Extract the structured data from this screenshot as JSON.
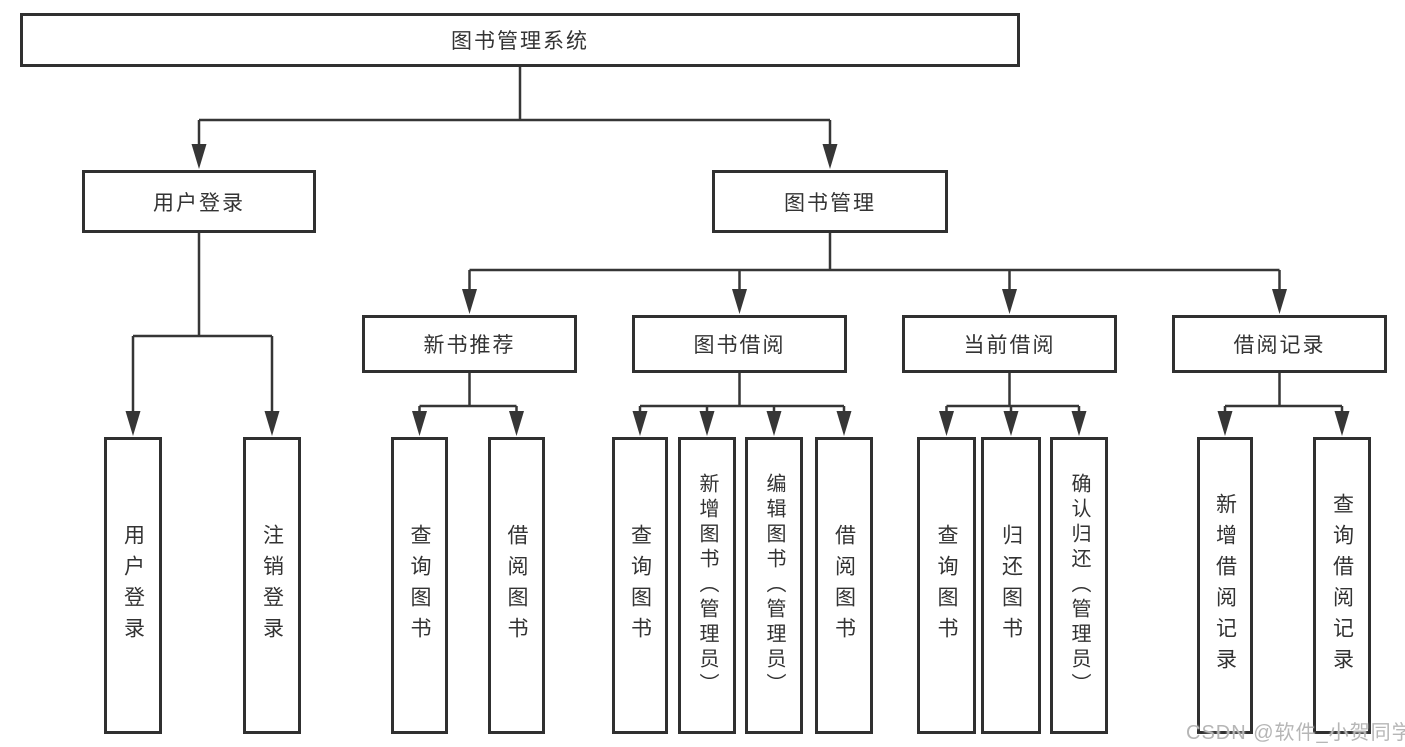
{
  "watermark": "CSDN @软件_小贺同学",
  "colors": {
    "line": "#363636",
    "box_border": "#303030",
    "text": "#333333",
    "watermark": "#b6b6b6",
    "background": "#ffffff"
  },
  "nodes": {
    "root": "图书管理系统",
    "login": "用户登录",
    "mgmt": "图书管理",
    "recommend": "新书推荐",
    "borrow": "图书借阅",
    "current": "当前借阅",
    "records": "借阅记录",
    "login_leaf": "用户登录",
    "logout_leaf": "注销登录",
    "rec_query": "查询图书",
    "rec_borrow": "借阅图书",
    "bor_query": "查询图书",
    "bor_add": "新增图书（管理员）",
    "bor_edit": "编辑图书（管理员）",
    "bor_borrow": "借阅图书",
    "cur_query": "查询图书",
    "cur_return": "归还图书",
    "cur_confirm": "确认归还（管理员）",
    "log_add": "新增借阅记录",
    "log_query": "查询借阅记录"
  },
  "hierarchy": [
    {
      "parent": "图书管理系统",
      "children": [
        "用户登录",
        "图书管理"
      ]
    },
    {
      "parent": "用户登录",
      "children": [
        "用户登录",
        "注销登录"
      ]
    },
    {
      "parent": "图书管理",
      "children": [
        "新书推荐",
        "图书借阅",
        "当前借阅",
        "借阅记录"
      ]
    },
    {
      "parent": "新书推荐",
      "children": [
        "查询图书",
        "借阅图书"
      ]
    },
    {
      "parent": "图书借阅",
      "children": [
        "查询图书",
        "新增图书（管理员）",
        "编辑图书（管理员）",
        "借阅图书"
      ]
    },
    {
      "parent": "当前借阅",
      "children": [
        "查询图书",
        "归还图书",
        "确认归还（管理员）"
      ]
    },
    {
      "parent": "借阅记录",
      "children": [
        "新增借阅记录",
        "查询借阅记录"
      ]
    }
  ]
}
